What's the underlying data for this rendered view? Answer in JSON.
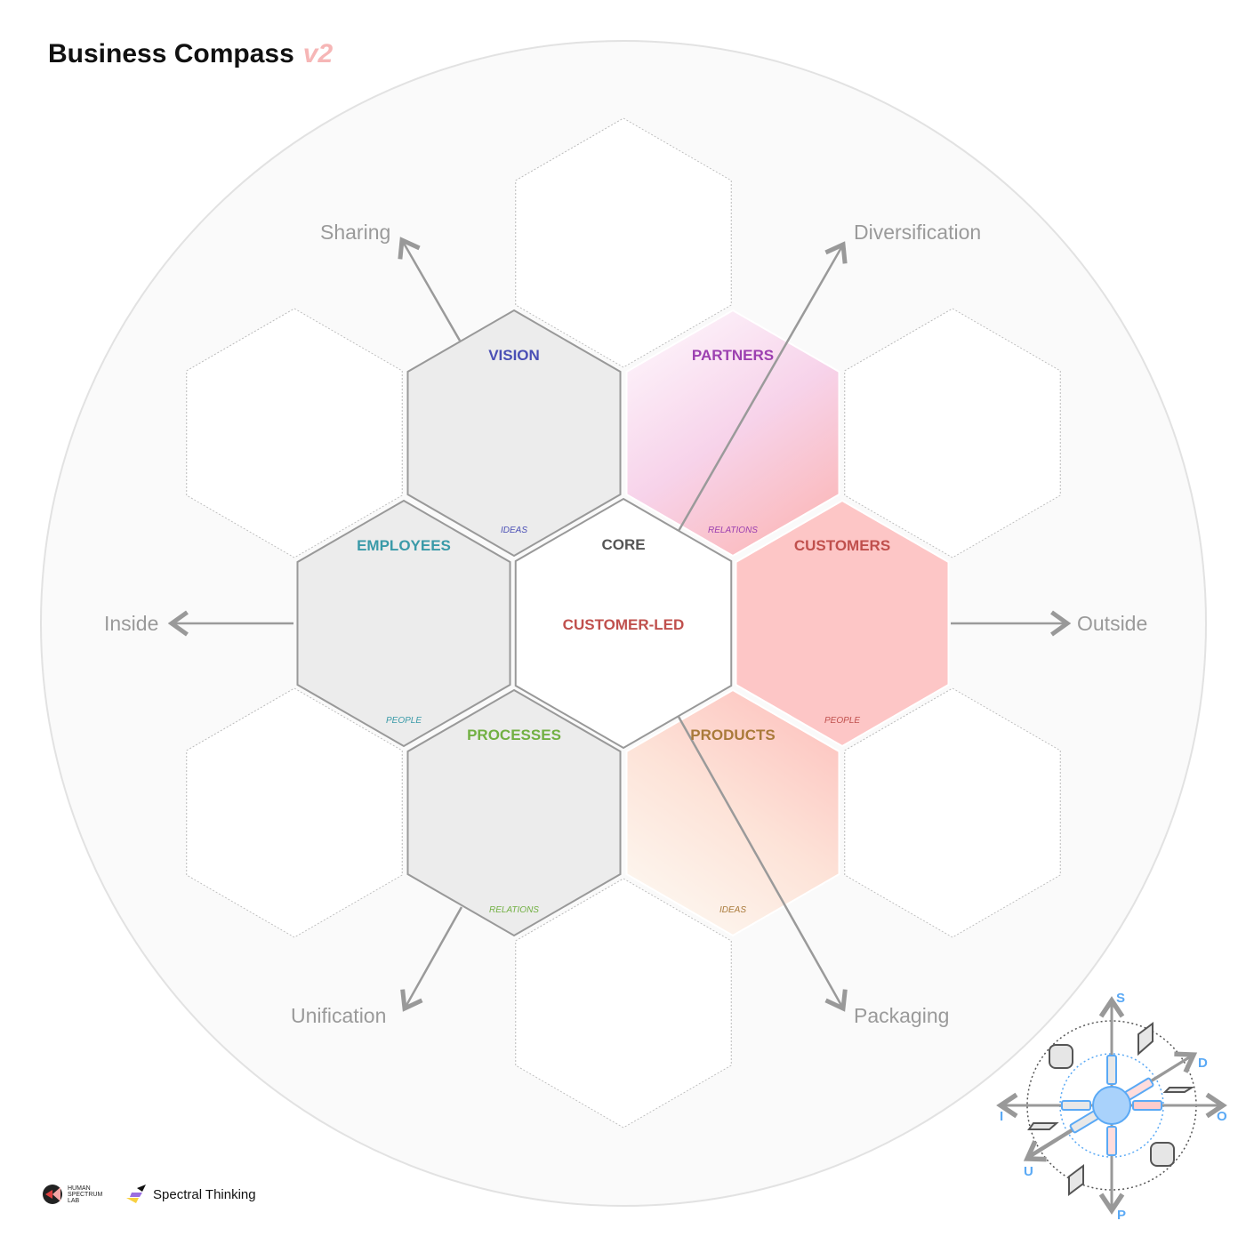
{
  "title": "Business Compass",
  "version": "v2",
  "core": {
    "label": "CORE",
    "value": "CUSTOMER-LED"
  },
  "segments": [
    {
      "label": "VISION",
      "sub": "IDEAS",
      "color": "#4a4fb5"
    },
    {
      "label": "PARTNERS",
      "sub": "RELATIONS",
      "color": "#9c3fb0"
    },
    {
      "label": "EMPLOYEES",
      "sub": "PEOPLE",
      "color": "#3a9aa8"
    },
    {
      "label": "CUSTOMERS",
      "sub": "PEOPLE",
      "color": "#c0504d"
    },
    {
      "label": "PROCESSES",
      "sub": "RELATIONS",
      "color": "#72b043"
    },
    {
      "label": "PRODUCTS",
      "sub": "IDEAS",
      "color": "#a97a3a"
    }
  ],
  "directions": {
    "sharing": "Sharing",
    "diversification": "Diversification",
    "inside": "Inside",
    "outside": "Outside",
    "unification": "Unification",
    "packaging": "Packaging"
  },
  "mini_compass": {
    "s": "S",
    "d": "D",
    "i": "I",
    "o": "O",
    "u": "U",
    "p": "P"
  },
  "logos": {
    "hsl": "HUMAN SPECTRUM LAB",
    "spectral": "Spectral Thinking"
  },
  "core_value_color": "#c0504d"
}
